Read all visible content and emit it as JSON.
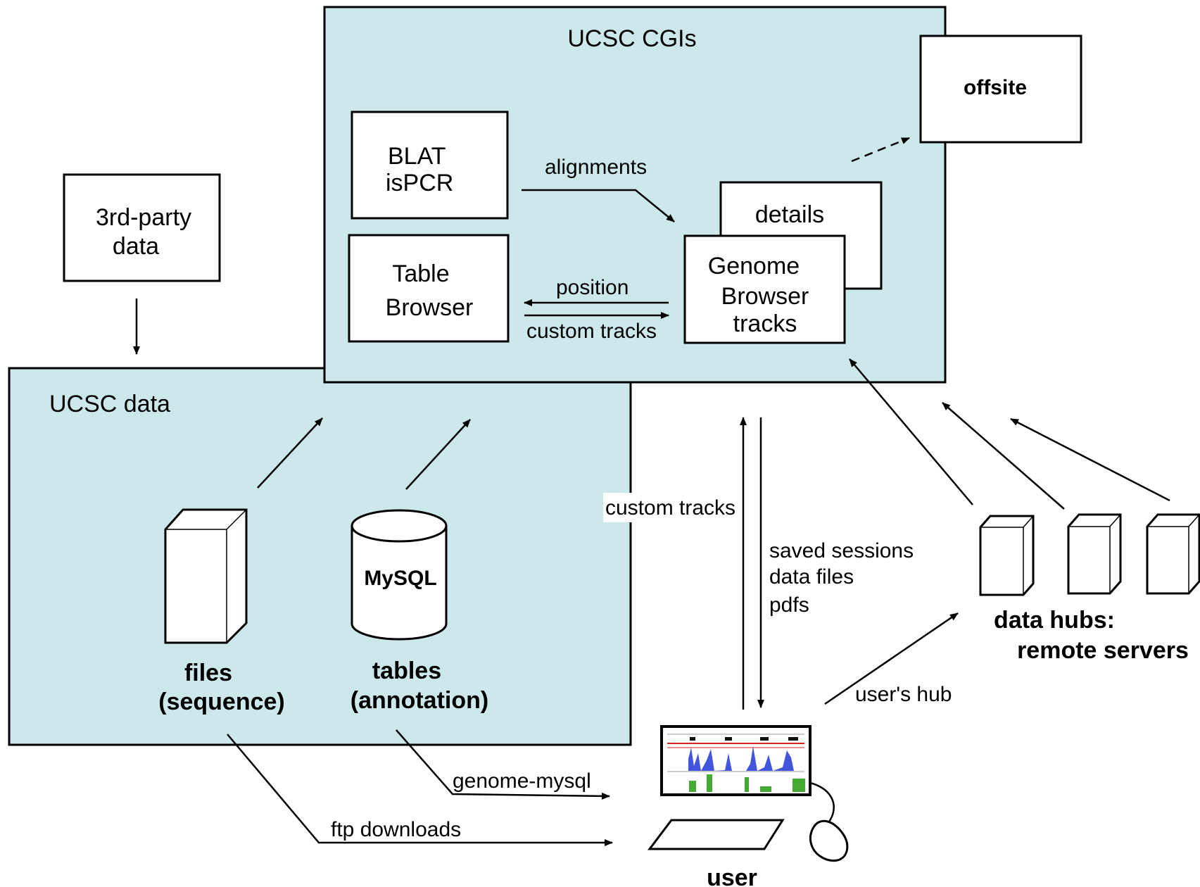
{
  "panels": {
    "cgis_title": "UCSC CGIs",
    "data_title": "UCSC data"
  },
  "boxes": {
    "offsite": "offsite",
    "blat_line1": "BLAT",
    "blat_line2": "isPCR",
    "third_party_line1": "3rd-party",
    "third_party_line2": "data",
    "table_browser_line1": "Table",
    "table_browser_line2": "Browser",
    "details": "details",
    "genome_line1": "Genome",
    "genome_line2": "Browser",
    "genome_line3": "tracks"
  },
  "storage": {
    "mysql": "MySQL",
    "files_line1": "files",
    "files_line2": "(sequence)",
    "tables_line1": "tables",
    "tables_line2": "(annotation)"
  },
  "hubs": {
    "line1": "data hubs:",
    "line2": "remote servers"
  },
  "user_label": "user",
  "arrow_labels": {
    "alignments": "alignments",
    "position": "position",
    "custom_tracks_panel": "custom tracks",
    "custom_tracks_user": "custom tracks",
    "saved_sessions": "saved sessions",
    "data_files": "data files",
    "pdfs": "pdfs",
    "users_hub": "user's hub",
    "genome_mysql": "genome-mysql",
    "ftp_downloads": "ftp downloads"
  },
  "colors": {
    "panel_fill": "#cce8ea",
    "screen_blue": "#4455dd",
    "screen_green": "#44aa33",
    "screen_red": "#dd2222"
  }
}
